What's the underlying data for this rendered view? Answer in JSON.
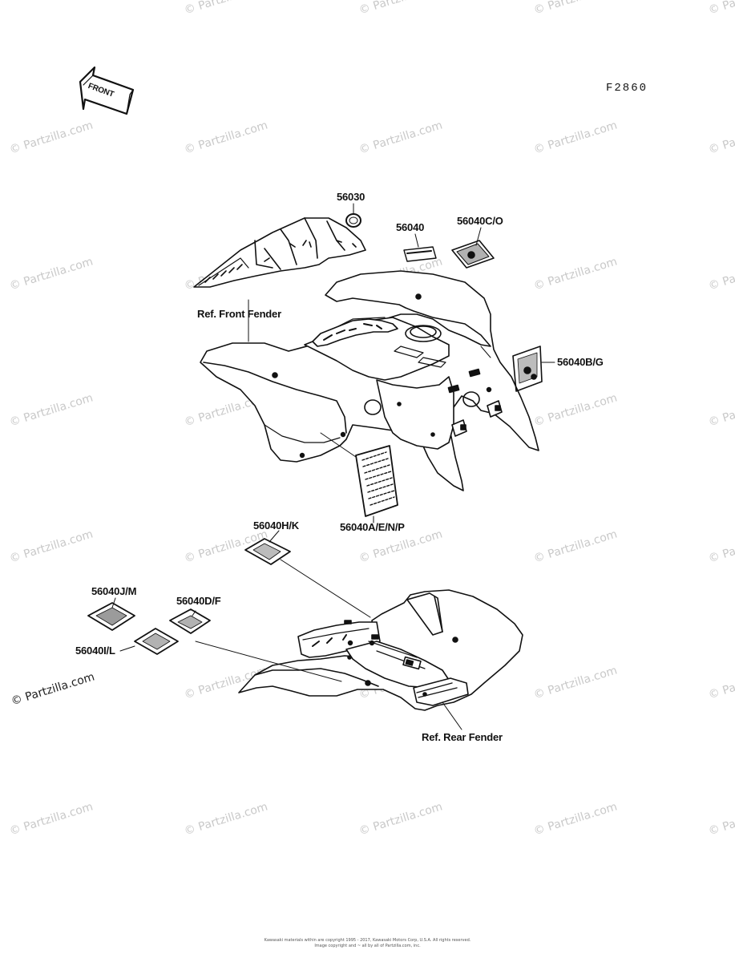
{
  "figure_code": "F2860",
  "front_arrow_label": "FRONT",
  "parts": {
    "p56030": "56030",
    "p56040": "56040",
    "p56040CO": "56040C/O",
    "p56040BG": "56040B/G",
    "p56040AENP": "56040A/E/N/P",
    "p56040HK": "56040H/K",
    "p56040JM": "56040J/M",
    "p56040DF": "56040D/F",
    "p56040IL": "56040I/L"
  },
  "refs": {
    "front_fender": "Ref. Front Fender",
    "rear_fender": "Ref. Rear Fender"
  },
  "watermark": "© Partzilla.com",
  "copyright": {
    "line1": "Kawasaki materials within are copyright 1995 - 2017, Kawasaki Motors Corp, U.S.A. All rights reserved.",
    "line2": "Image copyright and ~ all by all of Partzilla.com, inc."
  },
  "colors": {
    "ink": "#111111",
    "watermark": "#c9c9c9",
    "background": "#ffffff"
  }
}
